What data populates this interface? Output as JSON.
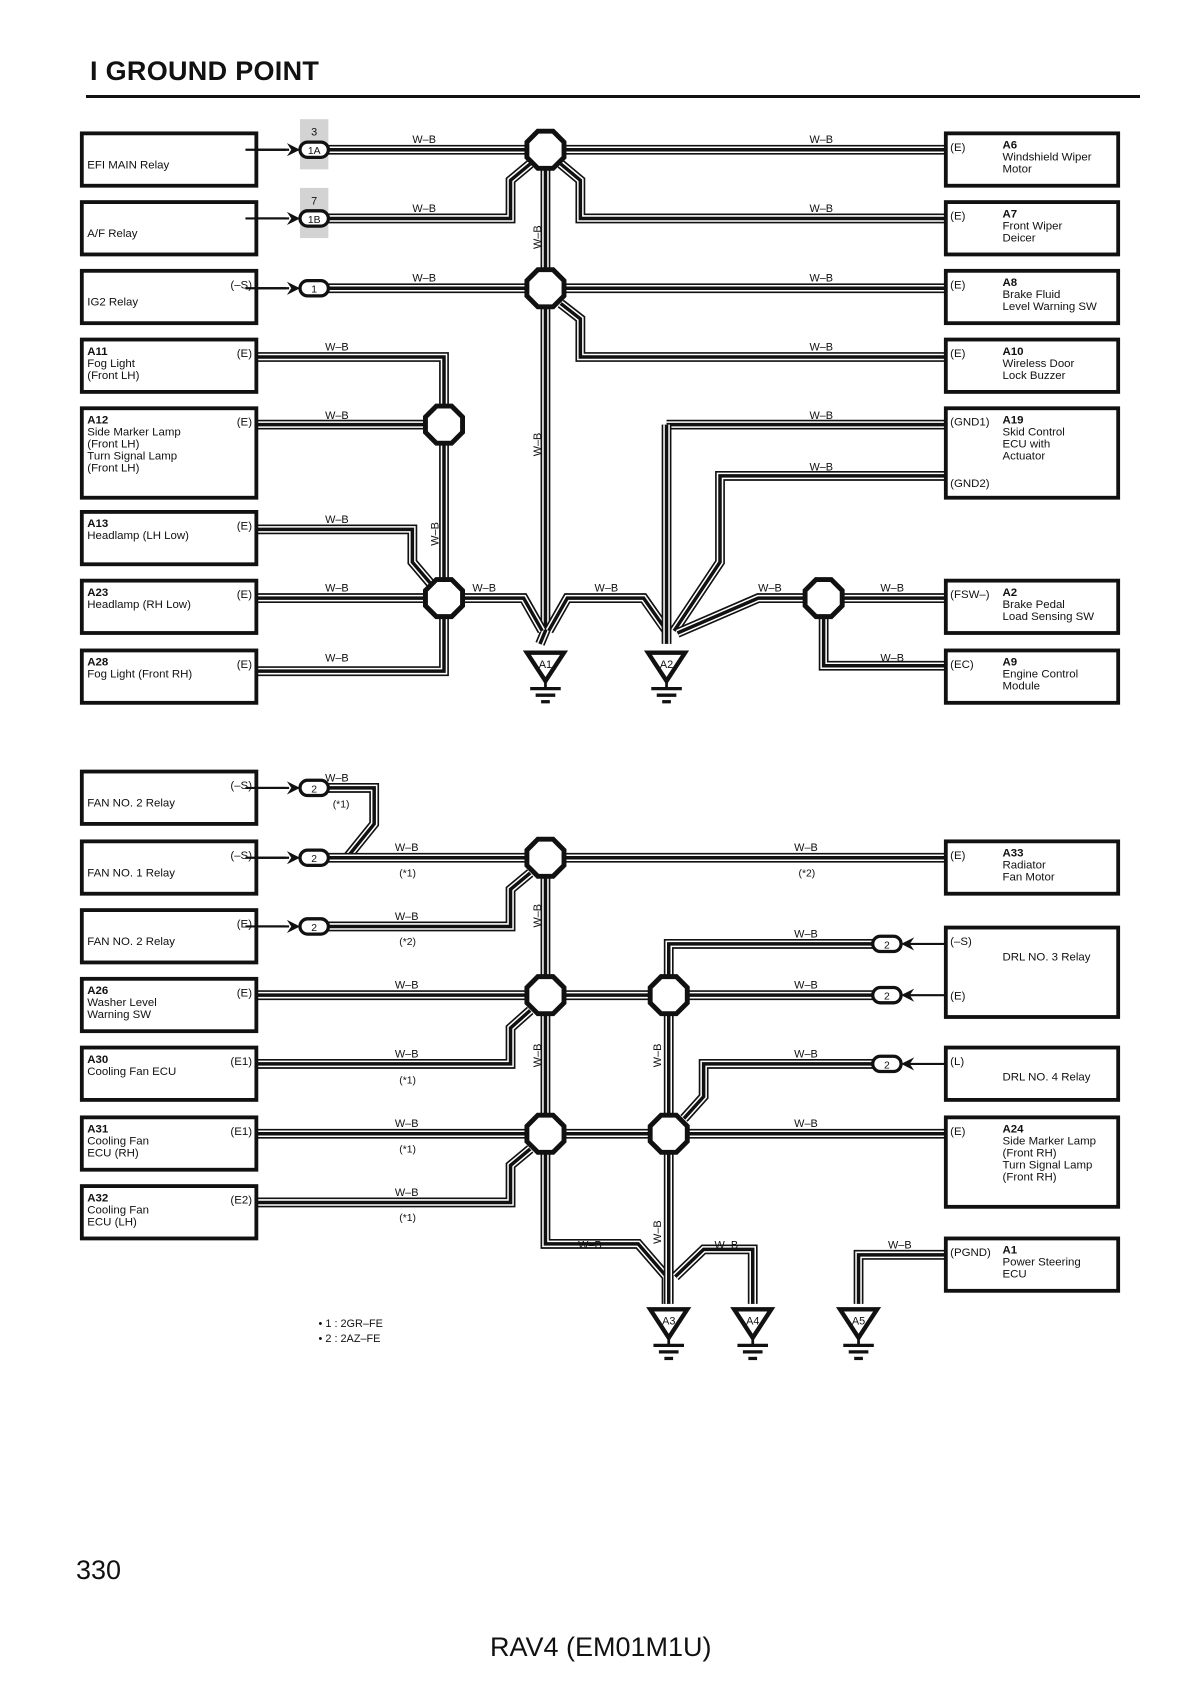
{
  "header": {
    "title": "I  GROUND POINT"
  },
  "footer": {
    "page_number": "330",
    "document": "RAV4 (EM01M1U)"
  },
  "wire_color": "W–B",
  "notes": [
    "• 1 : 2GR–FE",
    "• 2 : 2AZ–FE"
  ],
  "left_components_top": [
    {
      "id": "",
      "name": [
        "EFI MAIN Relay"
      ],
      "terminal": "",
      "connector": "1A",
      "connector_pin": "3"
    },
    {
      "id": "",
      "name": [
        "A/F Relay"
      ],
      "terminal": "",
      "connector": "1B",
      "connector_pin": "7"
    },
    {
      "id": "",
      "name": [
        "IG2 Relay"
      ],
      "terminal": "(–S)",
      "connector": "1",
      "connector_pin": ""
    },
    {
      "id": "A11",
      "name": [
        "Fog Light",
        "(Front LH)"
      ],
      "terminal": "(E)"
    },
    {
      "id": "A12",
      "name": [
        "Side Marker Lamp",
        "(Front LH)",
        "Turn Signal Lamp",
        "(Front LH)"
      ],
      "terminal": "(E)"
    },
    {
      "id": "A13",
      "name": [
        "Headlamp (LH Low)"
      ],
      "terminal": "(E)"
    },
    {
      "id": "A23",
      "name": [
        "Headlamp (RH Low)"
      ],
      "terminal": "(E)"
    },
    {
      "id": "A28",
      "name": [
        "Fog Light (Front RH)"
      ],
      "terminal": "(E)"
    }
  ],
  "right_components_top": [
    {
      "id": "A6",
      "name": [
        "Windshield Wiper",
        "Motor"
      ],
      "terminal": "(E)"
    },
    {
      "id": "A7",
      "name": [
        "Front Wiper",
        "Deicer"
      ],
      "terminal": "(E)"
    },
    {
      "id": "A8",
      "name": [
        "Brake Fluid",
        "Level Warning SW"
      ],
      "terminal": "(E)"
    },
    {
      "id": "A10",
      "name": [
        "Wireless Door",
        "Lock Buzzer"
      ],
      "terminal": "(E)"
    },
    {
      "id": "A19",
      "name": [
        "Skid Control",
        "ECU with",
        "Actuator"
      ],
      "terminal": "(GND1)",
      "terminal2": "(GND2)"
    },
    {
      "id": "A2",
      "name": [
        "Brake Pedal",
        "Load Sensing SW"
      ],
      "terminal": "(FSW–)"
    },
    {
      "id": "A9",
      "name": [
        "Engine Control",
        "Module"
      ],
      "terminal": "(EC)"
    }
  ],
  "left_components_bottom": [
    {
      "id": "",
      "name": [
        "FAN NO. 2 Relay"
      ],
      "terminal": "(–S)",
      "connector": "2",
      "variant": "(*1)"
    },
    {
      "id": "",
      "name": [
        "FAN NO. 1 Relay"
      ],
      "terminal": "(–S)",
      "connector": "2",
      "variant": "(*1)"
    },
    {
      "id": "",
      "name": [
        "FAN NO. 2 Relay"
      ],
      "terminal": "(E)",
      "connector": "2",
      "variant": "(*2)"
    },
    {
      "id": "A26",
      "name": [
        "Washer Level",
        "Warning SW"
      ],
      "terminal": "(E)",
      "variant": ""
    },
    {
      "id": "A30",
      "name": [
        "Cooling Fan ECU"
      ],
      "terminal": "(E1)",
      "variant": "(*1)"
    },
    {
      "id": "A31",
      "name": [
        "Cooling Fan",
        "ECU (RH)"
      ],
      "terminal": "(E1)",
      "variant": "(*1)"
    },
    {
      "id": "A32",
      "name": [
        "Cooling Fan",
        "ECU (LH)"
      ],
      "terminal": "(E2)",
      "variant": "(*1)"
    }
  ],
  "right_components_bottom": [
    {
      "id": "A33",
      "name": [
        "Radiator",
        "Fan Motor"
      ],
      "terminal": "(E)",
      "variant": "(*2)"
    },
    {
      "id": "",
      "name": [
        "DRL NO. 3 Relay"
      ],
      "terminal": "(–S)",
      "terminal2": "(E)",
      "connector": "2"
    },
    {
      "id": "",
      "name": [
        "DRL NO. 4 Relay"
      ],
      "terminal": "(L)",
      "connector": "2"
    },
    {
      "id": "A24",
      "name": [
        "Side Marker Lamp",
        "(Front RH)",
        "Turn Signal Lamp",
        "(Front RH)"
      ],
      "terminal": "(E)"
    },
    {
      "id": "A1",
      "name": [
        "Power Steering",
        "ECU"
      ],
      "terminal": "(PGND)"
    }
  ],
  "grounds": [
    "A1",
    "A2",
    "A3",
    "A4",
    "A5"
  ]
}
